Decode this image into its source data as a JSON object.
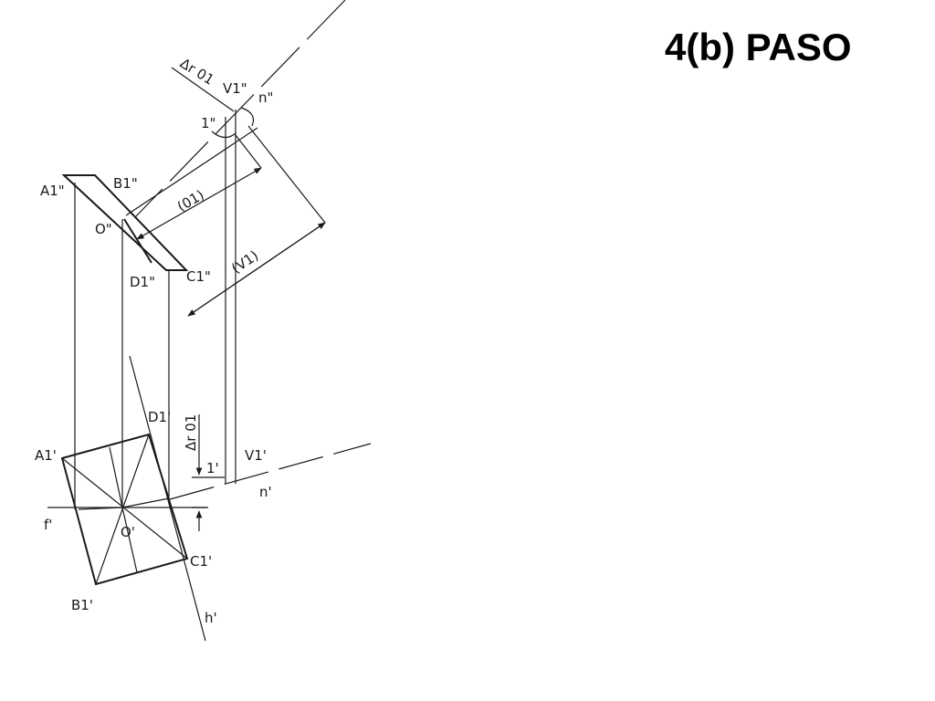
{
  "title": "4(b) PASO",
  "labels": {
    "delta_top": "Δr 01",
    "v1_top": "V1\"",
    "n_top": "n\"",
    "one_top": "1\"",
    "a1_top": "A1\"",
    "b1_top": "B1\"",
    "o_top": "O\"",
    "d1_top": "D1\"",
    "c1_top": "C1\"",
    "o1_dim": "(01)",
    "v1_dim": "(V1)",
    "d1_bottom": "D1'",
    "delta_bottom": "Δr 01",
    "a1_bottom": "A1'",
    "one_bottom": "1'",
    "v1_bottom": "V1'",
    "n_bottom": "n'",
    "f_bottom": "f'",
    "o_bottom": "O'",
    "c1_bottom": "C1'",
    "b1_bottom": "B1'",
    "h_bottom": "h'"
  },
  "colors": {
    "line": "#1a1a1a",
    "background": "#ffffff"
  }
}
